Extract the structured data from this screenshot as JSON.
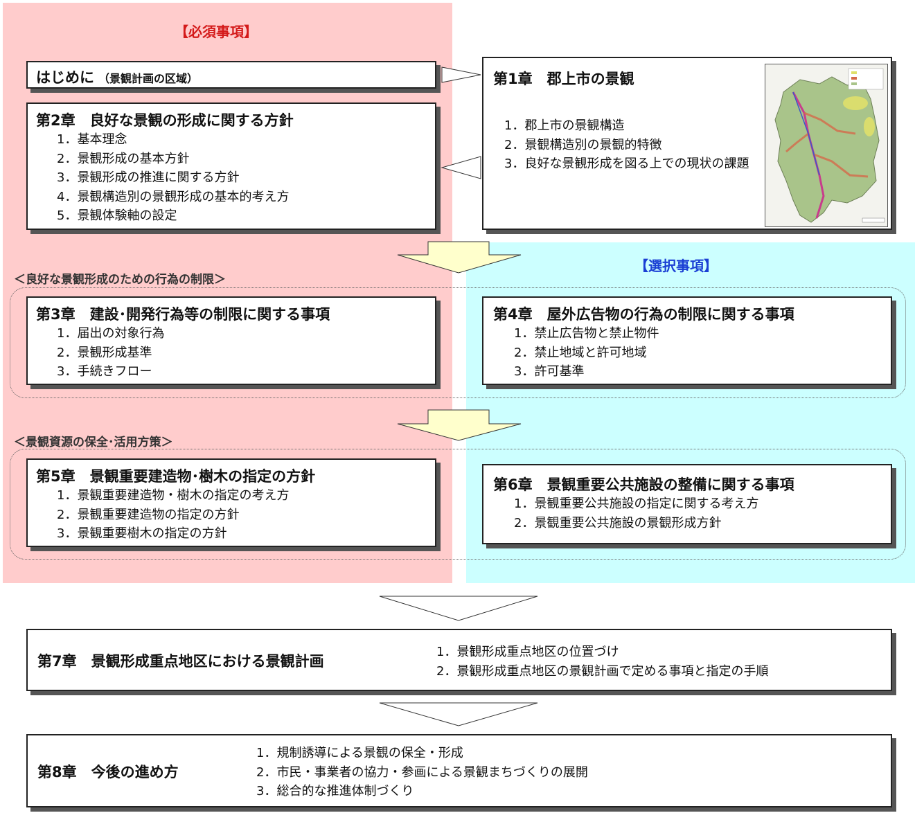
{
  "headers": {
    "required": "【必須事項】",
    "optional": "【選択事項】"
  },
  "sections": {
    "restriction": "＜良好な景観形成のための行為の制限＞",
    "resources": "＜景観資源の保全･活用方策＞"
  },
  "intro": {
    "title": "はじめに",
    "subtitle": "（景観計画の区域）"
  },
  "ch1": {
    "title": "第1章　郡上市の景観",
    "items": [
      "1．郡上市の景観構造",
      "2．景観構造別の景観的特徴",
      "3．良好な景観形成を図る上での現状の課題"
    ]
  },
  "ch2": {
    "title": "第2章　良好な景観の形成に関する方針",
    "items": [
      "1．基本理念",
      "2．景観形成の基本方針",
      "3．景観形成の推進に関する方針",
      "4．景観構造別の景観形成の基本的考え方",
      "5．景観体験軸の設定"
    ]
  },
  "ch3": {
    "title": "第3章　建設･開発行為等の制限に関する事項",
    "items": [
      "1．届出の対象行為",
      "2．景観形成基準",
      "3．手続きフロー"
    ]
  },
  "ch4": {
    "title": "第4章　屋外広告物の行為の制限に関する事項",
    "items": [
      "1．禁止広告物と禁止物件",
      "2．禁止地域と許可地域",
      "3．許可基準"
    ]
  },
  "ch5": {
    "title": "第5章　景観重要建造物･樹木の指定の方針",
    "items": [
      "1．景観重要建造物・樹木の指定の考え方",
      "2．景観重要建造物の指定の方針",
      "3．景観重要樹木の指定の方針"
    ]
  },
  "ch6": {
    "title": "第6章　景観重要公共施設の整備に関する事項",
    "items": [
      "1．景観重要公共施設の指定に関する考え方",
      "2．景観重要公共施設の景観形成方針"
    ]
  },
  "ch7": {
    "title": "第7章　景観形成重点地区における景観計画",
    "items": [
      "1．景観形成重点地区の位置づけ",
      "2．景観形成重点地区の景観計画で定める事項と指定の手順"
    ]
  },
  "ch8": {
    "title": "第8章　今後の進め方",
    "items": [
      "1．規制誘導による景観の保全・形成",
      "2．市民・事業者の協力・参画による景観まちづくりの展開",
      "3．総合的な推進体制づくり"
    ]
  },
  "colors": {
    "required_bg": "#ffcccc",
    "optional_bg": "#ccffff",
    "arrow_fill": "#ffffcc",
    "required_text": "#d41a1a",
    "optional_text": "#1a3fd4"
  }
}
